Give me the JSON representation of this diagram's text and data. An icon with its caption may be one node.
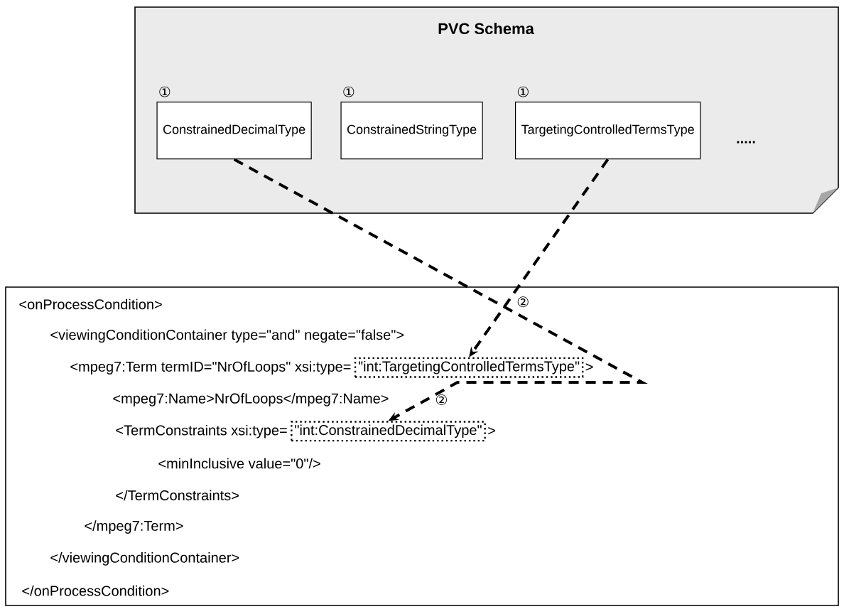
{
  "diagram": {
    "nodes": [
      {
        "text": [
          "PVC Schema"
        ]
      },
      {
        "text": [
          "ConstrainedDecimalType"
        ],
        "in": 0,
        "beside": [
          "①"
        ]
      },
      {
        "text": [
          "ConstrainedStringType"
        ],
        "in": 0,
        "beside": [
          "①"
        ]
      },
      {
        "text": [
          "TargetingControlledTermsType"
        ],
        "in": 0,
        "beside": [
          "①"
        ]
      },
      {
        "text": [
          "<onProcessCondition>",
          "<viewingConditionContainer type=\"and\" negate=\"false\">",
          "<mpeg7:Term termID=\"NrOfLoops\" xsi:type=",
          ">",
          "<mpeg7:Name>NrOfLoops</mpeg7:Name>",
          "<TermConstraints xsi:type=",
          ">",
          "<minInclusive value=\"0\"/>",
          "</TermConstraints>",
          "</mpeg7:Term>",
          "</viewingConditionContainer>",
          "</onProcessCondition>"
        ]
      },
      {
        "text": [
          "\"int:TargetingControlledTermsType\""
        ],
        "in": 4
      },
      {
        "text": [
          "\"int:ConstrainedDecimalType\""
        ],
        "in": 4
      }
    ],
    "edges": [
      {
        "from": 1,
        "to": 6,
        "arrow": "to",
        "label": "②",
        "style": "dashed"
      },
      {
        "from": 3,
        "to": 5,
        "arrow": "to",
        "label": "②",
        "style": "dashed"
      }
    ],
    "labels": [
      "....."
    ]
  }
}
